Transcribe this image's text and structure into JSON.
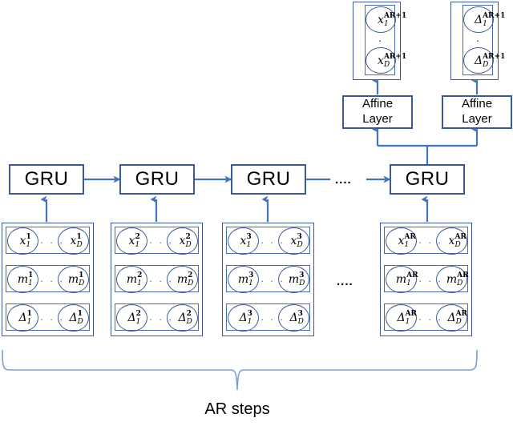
{
  "diagram": {
    "title": "AR steps",
    "colors": {
      "line": "#4472c4",
      "box_border": "#3b5a9c",
      "inner_border": "#4a6cb3",
      "text": "#000000",
      "background": "#ffffff"
    },
    "caption": "AR steps",
    "recurrent_label": "GRU",
    "affine_label_line1": "Affine",
    "affine_label_line2": "Layer",
    "sequence_ellipsis": "....",
    "node_ellipsis": "· · ·",
    "vertical_ellipsis": "·",
    "recurrent_cells": [
      {
        "label": "GRU"
      },
      {
        "label": "GRU"
      },
      {
        "label": "GRU"
      },
      {
        "label": "GRU"
      }
    ],
    "affine_layers": [
      {
        "line1": "Affine",
        "line2": "Layer"
      },
      {
        "line1": "Affine",
        "line2": "Layer"
      }
    ],
    "outputs": [
      {
        "name": "x-output",
        "first": {
          "base": "x",
          "sub": "1",
          "sup": "AR+1"
        },
        "last": {
          "base": "x",
          "sub": "D",
          "sup": "AR+1"
        }
      },
      {
        "name": "delta-output",
        "first": {
          "base": "Δ",
          "sub": "1",
          "sup": "AR+1"
        },
        "last": {
          "base": "Δ",
          "sub": "D",
          "sup": "AR+1"
        }
      }
    ],
    "input_blocks": [
      {
        "step": "1",
        "rows": [
          {
            "first": {
              "base": "x",
              "sub": "1",
              "sup": "1"
            },
            "last": {
              "base": "x",
              "sub": "D",
              "sup": "1"
            }
          },
          {
            "first": {
              "base": "m",
              "sub": "1",
              "sup": "1"
            },
            "last": {
              "base": "m",
              "sub": "D",
              "sup": "1"
            }
          },
          {
            "first": {
              "base": "Δ",
              "sub": "1",
              "sup": "1"
            },
            "last": {
              "base": "Δ",
              "sub": "D",
              "sup": "1"
            }
          }
        ]
      },
      {
        "step": "2",
        "rows": [
          {
            "first": {
              "base": "x",
              "sub": "1",
              "sup": "2"
            },
            "last": {
              "base": "x",
              "sub": "D",
              "sup": "2"
            }
          },
          {
            "first": {
              "base": "m",
              "sub": "1",
              "sup": "2"
            },
            "last": {
              "base": "m",
              "sub": "D",
              "sup": "2"
            }
          },
          {
            "first": {
              "base": "Δ",
              "sub": "1",
              "sup": "2"
            },
            "last": {
              "base": "Δ",
              "sub": "D",
              "sup": "2"
            }
          }
        ]
      },
      {
        "step": "3",
        "rows": [
          {
            "first": {
              "base": "x",
              "sub": "1",
              "sup": "3"
            },
            "last": {
              "base": "x",
              "sub": "D",
              "sup": "3"
            }
          },
          {
            "first": {
              "base": "m",
              "sub": "1",
              "sup": "3"
            },
            "last": {
              "base": "m",
              "sub": "D",
              "sup": "3"
            }
          },
          {
            "first": {
              "base": "Δ",
              "sub": "1",
              "sup": "3"
            },
            "last": {
              "base": "Δ",
              "sub": "D",
              "sup": "3"
            }
          }
        ]
      },
      {
        "step": "AR",
        "rows": [
          {
            "first": {
              "base": "x",
              "sub": "1",
              "sup": "AR"
            },
            "last": {
              "base": "x",
              "sub": "D",
              "sup": "AR"
            }
          },
          {
            "first": {
              "base": "m",
              "sub": "1",
              "sup": "AR"
            },
            "last": {
              "base": "m",
              "sub": "D",
              "sup": "AR"
            }
          },
          {
            "first": {
              "base": "Δ",
              "sub": "1",
              "sup": "AR"
            },
            "last": {
              "base": "Δ",
              "sub": "D",
              "sup": "AR"
            }
          }
        ]
      }
    ]
  }
}
